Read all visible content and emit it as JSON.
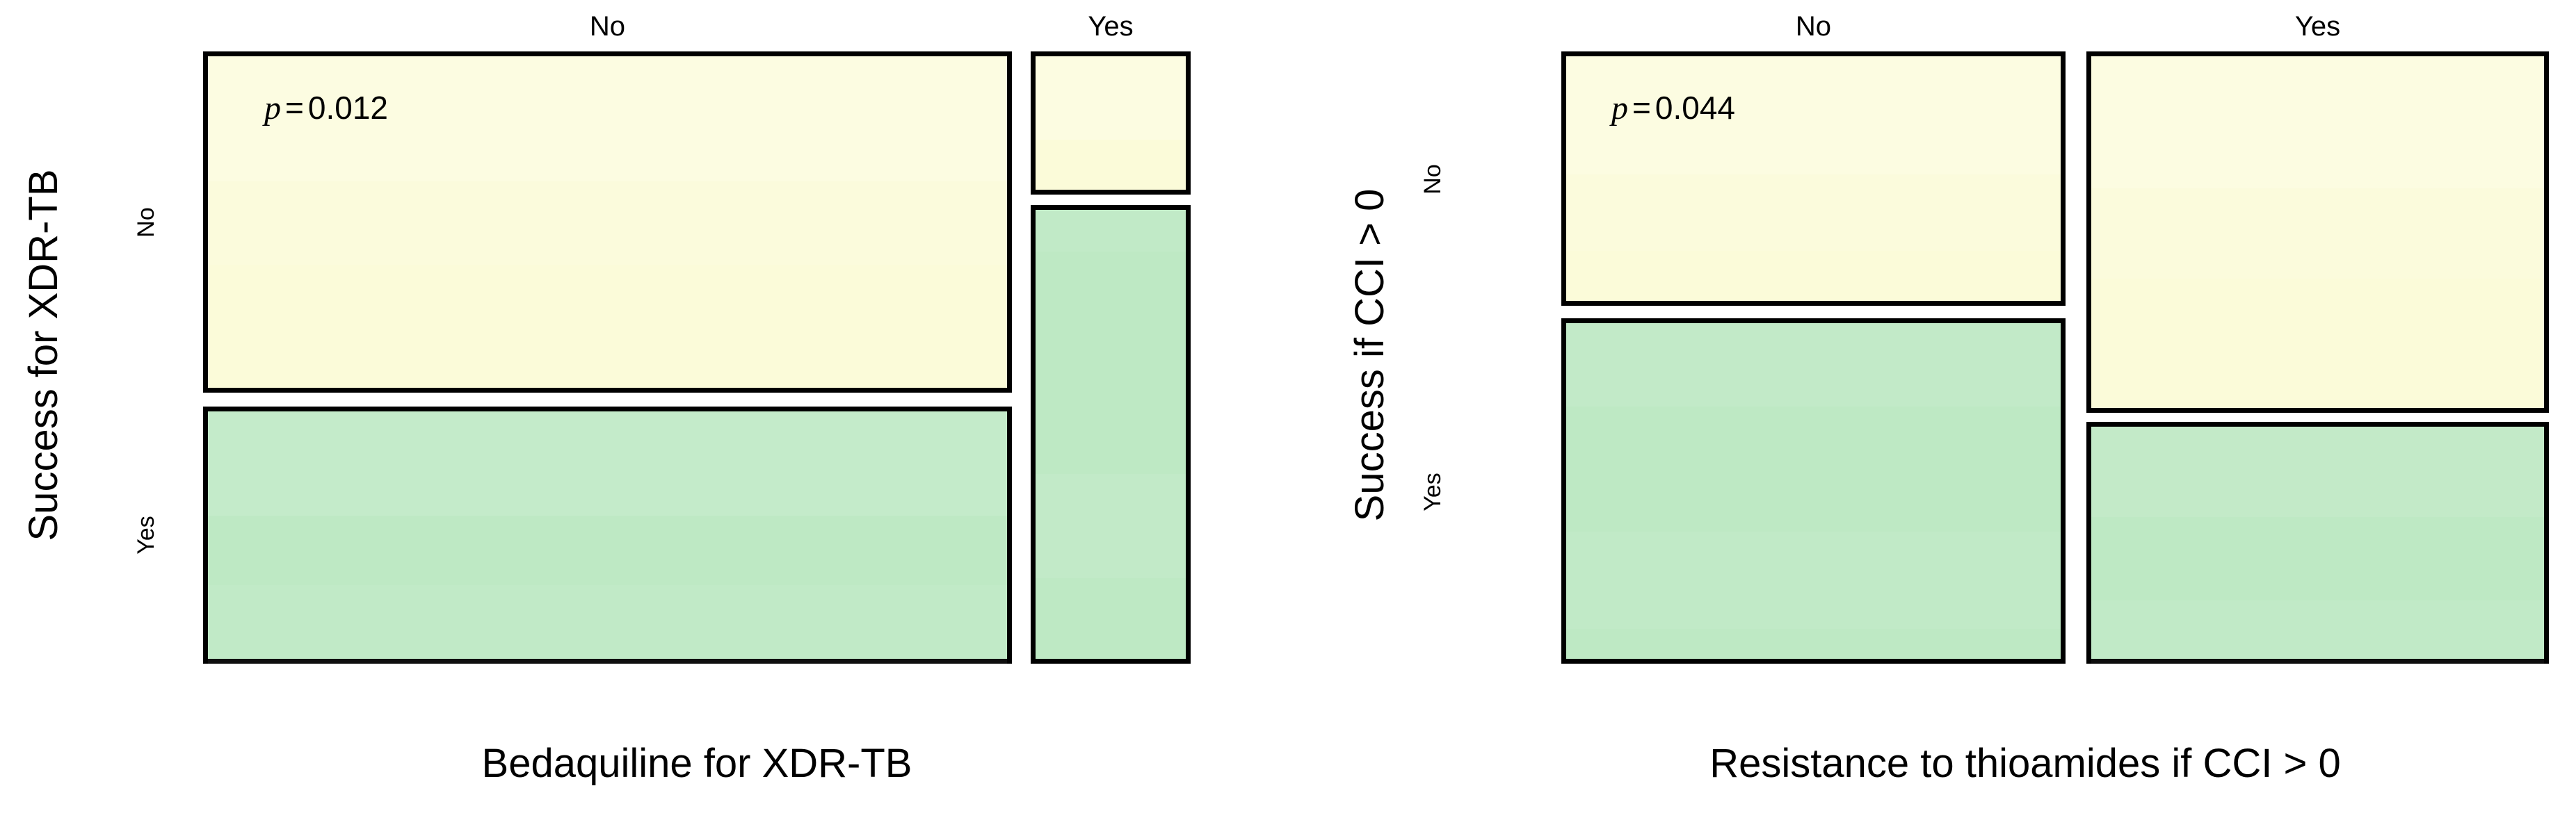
{
  "figure": {
    "background_color": "#ffffff",
    "border_color": "#000000",
    "fill_colors": {
      "yellow": "#fbfbd9",
      "green": "#bee9c4"
    }
  },
  "panels": [
    {
      "id": "left",
      "x_axis_title": "Bedaquiline for XDR-TB",
      "y_axis_title": "Success for XDR-TB",
      "p_value_text": "p = 0.012",
      "p_value_symbol": "p",
      "p_value_equals": "=",
      "p_value_number": "0.012",
      "column_labels": [
        "No",
        "Yes"
      ],
      "row_labels": [
        "No",
        "Yes"
      ]
    },
    {
      "id": "right",
      "x_axis_title": "Resistance to thioamides if CCI > 0",
      "y_axis_title": "Success if CCI > 0",
      "p_value_text": "p = 0.044",
      "p_value_symbol": "p",
      "p_value_equals": "=",
      "p_value_number": "0.044",
      "column_labels": [
        "No",
        "Yes"
      ],
      "row_labels": [
        "No",
        "Yes"
      ]
    }
  ],
  "chart_data": [
    {
      "type": "mosaic",
      "title": "",
      "xlabel": "Bedaquiline for XDR-TB",
      "ylabel": "Success for XDR-TB",
      "x_categories": [
        "No",
        "Yes"
      ],
      "y_categories": [
        "No",
        "Yes"
      ],
      "annotations": [
        "p = 0.012"
      ],
      "x_category_width_fraction": [
        0.835,
        0.165
      ],
      "cells": [
        {
          "x": "No",
          "y": "No",
          "fill": "#fbfbd9",
          "height_fraction": 0.565
        },
        {
          "x": "No",
          "y": "Yes",
          "fill": "#bee9c4",
          "height_fraction": 0.435
        },
        {
          "x": "Yes",
          "y": "No",
          "fill": "#fbfbd9",
          "height_fraction": 0.245
        },
        {
          "x": "Yes",
          "y": "Yes",
          "fill": "#bee9c4",
          "height_fraction": 0.755
        }
      ],
      "legend": "none",
      "grid": false
    },
    {
      "type": "mosaic",
      "title": "",
      "xlabel": "Resistance to thioamides if CCI > 0",
      "ylabel": "Success if CCI > 0",
      "x_categories": [
        "No",
        "Yes"
      ],
      "y_categories": [
        "No",
        "Yes"
      ],
      "annotations": [
        "p = 0.044"
      ],
      "x_category_width_fraction": [
        0.521,
        0.479
      ],
      "cells": [
        {
          "x": "No",
          "y": "No",
          "fill": "#fbfbd9",
          "height_fraction": 0.421
        },
        {
          "x": "No",
          "y": "Yes",
          "fill": "#bee9c4",
          "height_fraction": 0.579
        },
        {
          "x": "Yes",
          "y": "No",
          "fill": "#fbfbd9",
          "height_fraction": 0.596
        },
        {
          "x": "Yes",
          "y": "Yes",
          "fill": "#bee9c4",
          "height_fraction": 0.404
        }
      ],
      "legend": "none",
      "grid": false
    }
  ]
}
